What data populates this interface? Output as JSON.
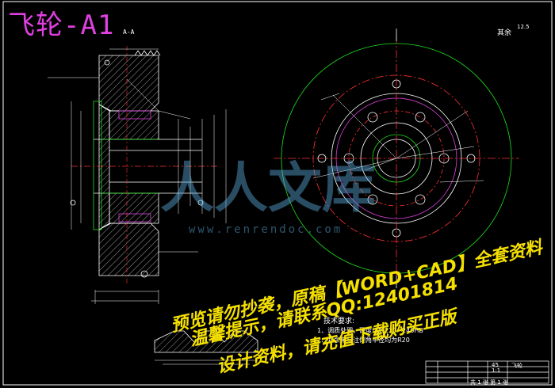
{
  "title": "飞轮-A1",
  "section_label": "A-A",
  "roughness_note": "其余",
  "roughness_symbol": "12.5",
  "watermark": {
    "line1": "预览请勿抄袭，原稿【WORD+CAD】全套资料",
    "line2": "温馨提示，请联系QQ:12401814",
    "line3": "设计资料，请充值下载购买正版",
    "site": "人人文库",
    "site_url": "www.renrendoc.com"
  },
  "tech_requirements": {
    "heading": "技术要求:",
    "items": [
      "1、调质处理，硬度达到220~240HB",
      "2、其余未标注倒角半径均为R20"
    ]
  },
  "title_block": {
    "part_name": "飞轮",
    "material": "45",
    "scale": "1:1",
    "sheet": "共 1 张 第 1 张"
  },
  "colors": {
    "outline": "#ffffff",
    "hatch": "#ffffff",
    "dim": "#ffffff",
    "center": "#ff3030",
    "green": "#20e020",
    "magenta": "#e040e0",
    "watermark": "#f5e000"
  }
}
